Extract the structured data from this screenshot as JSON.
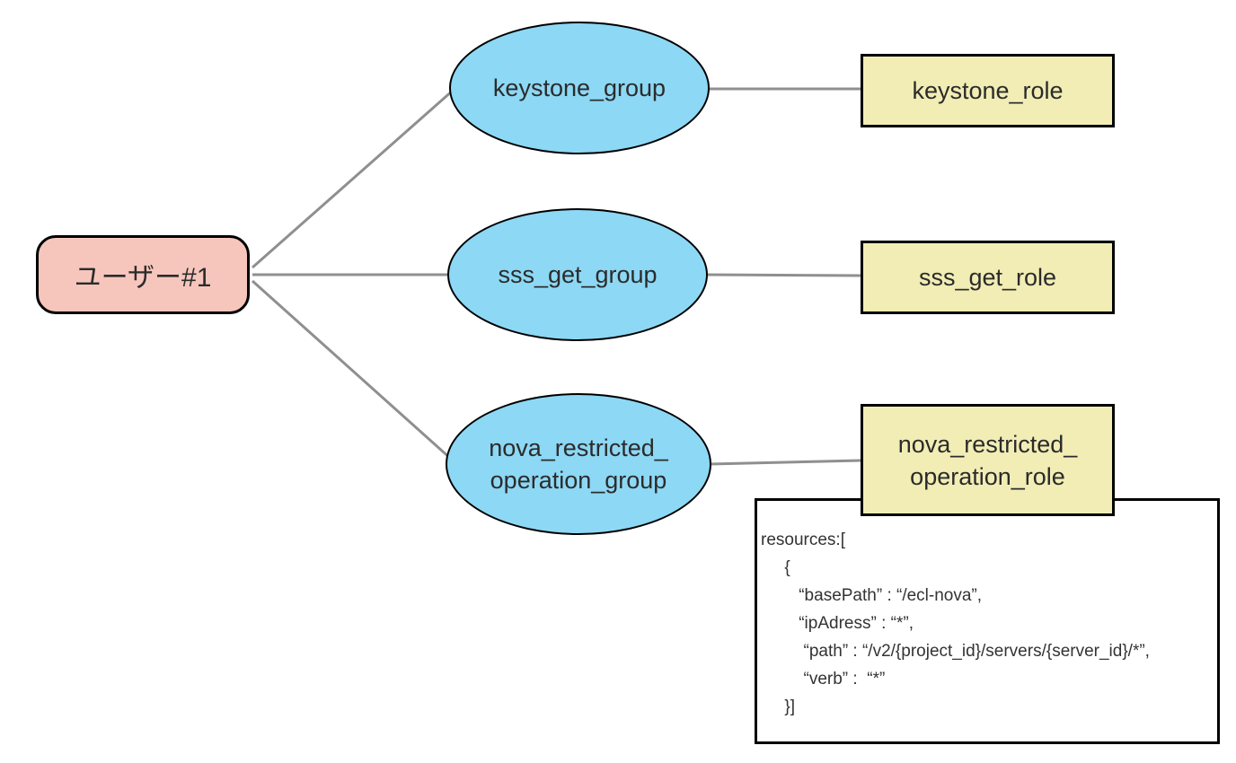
{
  "colors": {
    "user_fill": "#f6c6bd",
    "group_fill": "#8dd8f4",
    "role_fill": "#f1edb5",
    "connector": "#8f8f8f",
    "outline": "#000000"
  },
  "user": {
    "label": "ユーザー#1"
  },
  "groups": [
    {
      "id": "keystone_group",
      "label": "keystone_group"
    },
    {
      "id": "sss_get_group",
      "label": "sss_get_group"
    },
    {
      "id": "nova_restricted_operation_group",
      "label": "nova_restricted_\noperation_group"
    }
  ],
  "roles": [
    {
      "id": "keystone_role",
      "label": "keystone_role"
    },
    {
      "id": "sss_get_role",
      "label": "sss_get_role"
    },
    {
      "id": "nova_restricted_operation_role",
      "label": "nova_restricted_\noperation_role"
    }
  ],
  "code_box": {
    "lines": [
      "resources:[",
      "     {",
      "        “basePath” : “/ecl-nova”,",
      "        “ipAdress” : “*”,",
      "         “path” : “/v2/{project_id}/servers/{server_id}/*”,",
      "         “verb” :  “*”",
      "     }]"
    ]
  }
}
